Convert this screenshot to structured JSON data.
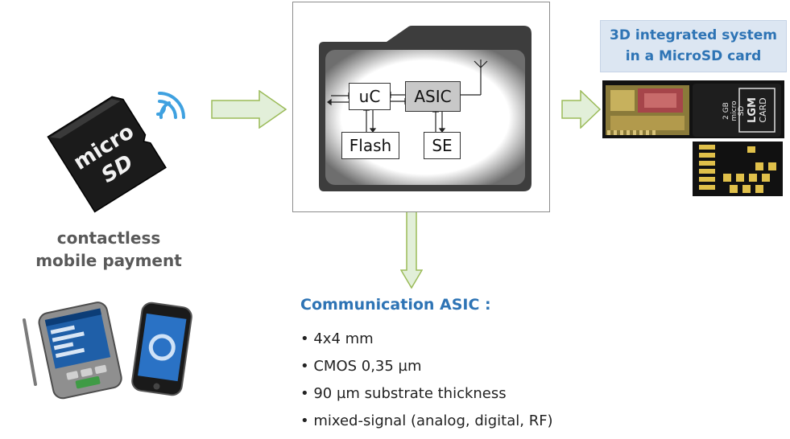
{
  "left_panel": {
    "card_logo_line1": "micro",
    "card_logo_line2": "SD",
    "caption_line1": "contactless",
    "caption_line2": "mobile payment"
  },
  "diagram": {
    "blocks": {
      "uc": "uC",
      "asic": "ASIC",
      "flash": "Flash",
      "se": "SE"
    }
  },
  "right_panel": {
    "label_line1": "3D integrated system",
    "label_line2": "in a MicroSD card",
    "chip_markings": [
      "2 GB",
      "micro",
      "SD",
      "LGM",
      "CARD"
    ]
  },
  "asic_info": {
    "title": "Communication ASIC :",
    "specs": [
      "4x4  mm",
      "CMOS 0,35 µm",
      "90 µm substrate thickness",
      "mixed-signal (analog, digital, RF)"
    ]
  },
  "colors": {
    "arrow_fill": "#e2efd9",
    "arrow_stroke": "#9bbb59",
    "title_blue": "#2e74b5",
    "label_bg": "#dce6f2",
    "asic_fill": "#c8c8c8"
  },
  "icons": [
    "microsd-card-icon",
    "nfc-wave-icon",
    "pda-icon",
    "smartphone-icon",
    "antenna-icon"
  ]
}
